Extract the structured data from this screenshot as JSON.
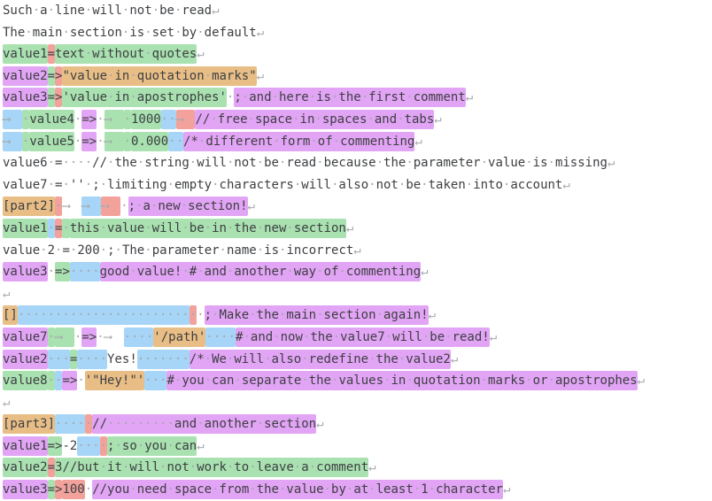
{
  "colors": {
    "g": "#a9e1b0",
    "p": "#e2a4f5",
    "o": "#e9be86",
    "b": "#a6d5f7",
    "r": "#f2a29b",
    "text": "#3d3f42",
    "whitespace": "#a4a9ae",
    "background": "#ffffff"
  },
  "legend": {
    "space_glyph": "·",
    "tab_glyph": "⟶",
    "newline_glyph": "↵"
  },
  "editor": {
    "lines": [
      {
        "segments": [
          {
            "t": "Such·a·line·will·not·be·read",
            "c": "n"
          },
          {
            "t": "↵",
            "c": "n"
          }
        ]
      },
      {
        "segments": [
          {
            "t": "The·main·section·is·set·by·default",
            "c": "n"
          },
          {
            "t": "↵",
            "c": "n"
          }
        ]
      },
      {
        "segments": [
          {
            "t": "value1",
            "c": "g"
          },
          {
            "t": "=",
            "c": "r"
          },
          {
            "t": "text·without·quotes",
            "c": "g"
          },
          {
            "t": "↵",
            "c": "n"
          }
        ]
      },
      {
        "segments": [
          {
            "t": "value2",
            "c": "p"
          },
          {
            "t": "=",
            "c": "g"
          },
          {
            "t": ">",
            "c": "r"
          },
          {
            "t": "\"value·in·quotation·marks\"",
            "c": "o"
          },
          {
            "t": "↵",
            "c": "n"
          }
        ]
      },
      {
        "segments": [
          {
            "t": "value3",
            "c": "p"
          },
          {
            "t": "=",
            "c": "g"
          },
          {
            "t": ">",
            "c": "r"
          },
          {
            "t": "'value·in·apostrophes'",
            "c": "g"
          },
          {
            "t": "·",
            "c": "n"
          },
          {
            "t": ";·and·here·is·the·first·comment",
            "c": "p"
          },
          {
            "t": "↵",
            "c": "n"
          }
        ]
      },
      {
        "segments": [
          {
            "t": "⟶",
            "c": "b"
          },
          {
            "t": "·",
            "c": "g"
          },
          {
            "t": "value4",
            "c": "g"
          },
          {
            "t": "·",
            "c": "n"
          },
          {
            "t": "=>",
            "c": "p"
          },
          {
            "t": "·",
            "c": "n"
          },
          {
            "t": "⟶",
            "c": "g"
          },
          {
            "t": "·",
            "c": "g"
          },
          {
            "t": "1000",
            "c": "g"
          },
          {
            "t": "··",
            "c": "b"
          },
          {
            "t": "⟶",
            "c": "r"
          },
          {
            "t": "//·free·space·in·spaces·and·tabs",
            "c": "p"
          },
          {
            "t": "↵",
            "c": "n"
          }
        ]
      },
      {
        "segments": [
          {
            "t": "⟶",
            "c": "b"
          },
          {
            "t": "·",
            "c": "g"
          },
          {
            "t": "value5",
            "c": "g"
          },
          {
            "t": "·",
            "c": "n"
          },
          {
            "t": "=>",
            "c": "p"
          },
          {
            "t": "·",
            "c": "n"
          },
          {
            "t": "⟶",
            "c": "g"
          },
          {
            "t": "·",
            "c": "g"
          },
          {
            "t": "0.000",
            "c": "g"
          },
          {
            "t": "··",
            "c": "b"
          },
          {
            "t": "/*·different·form·of·commenting",
            "c": "p"
          },
          {
            "t": "↵",
            "c": "n"
          }
        ]
      },
      {
        "segments": [
          {
            "t": "value6·=····//·the·string·will·not·be·read·because·the·parameter·value·is·missing",
            "c": "n"
          },
          {
            "t": "↵",
            "c": "n"
          }
        ]
      },
      {
        "segments": [
          {
            "t": "value7·=·''·;·limiting·empty·characters·will·also·not·be·taken·into·account",
            "c": "n"
          },
          {
            "t": "↵",
            "c": "n"
          }
        ]
      },
      {
        "segments": [
          {
            "t": "[part2]",
            "c": "o"
          },
          {
            "t": "·",
            "c": "r"
          },
          {
            "t": "⟶",
            "c": "n"
          },
          {
            "t": "⟶",
            "c": "b"
          },
          {
            "t": "⟶",
            "c": "r"
          },
          {
            "t": "·",
            "c": "n"
          },
          {
            "t": ";·a·new·section!",
            "c": "p"
          },
          {
            "t": "↵",
            "c": "n"
          }
        ]
      },
      {
        "segments": [
          {
            "t": "value1",
            "c": "g"
          },
          {
            "t": "·",
            "c": "b"
          },
          {
            "t": "=",
            "c": "r"
          },
          {
            "t": "·",
            "c": "g"
          },
          {
            "t": "this·value·will·be·in·the·new·section",
            "c": "g"
          },
          {
            "t": "↵",
            "c": "n"
          }
        ]
      },
      {
        "segments": [
          {
            "t": "value·2·=·200·;·The·parameter·name·is·incorrect",
            "c": "n"
          },
          {
            "t": "↵",
            "c": "n"
          }
        ]
      },
      {
        "segments": [
          {
            "t": "value3",
            "c": "p"
          },
          {
            "t": "·",
            "c": "n"
          },
          {
            "t": "=>",
            "c": "g"
          },
          {
            "t": "····",
            "c": "b"
          },
          {
            "t": "good·value!·#·and·another·way·of·commenting",
            "c": "p"
          },
          {
            "t": "↵",
            "c": "n"
          }
        ]
      },
      {
        "segments": [
          {
            "t": "↵",
            "c": "n"
          }
        ]
      },
      {
        "segments": [
          {
            "t": "[]",
            "c": "o"
          },
          {
            "t": "·······················",
            "c": "b"
          },
          {
            "t": "·",
            "c": "r"
          },
          {
            "t": "·",
            "c": "n"
          },
          {
            "t": ";·Make·the·main·section·again!",
            "c": "p"
          },
          {
            "t": "↵",
            "c": "n"
          }
        ]
      },
      {
        "segments": [
          {
            "t": "value7",
            "c": "p"
          },
          {
            "t": "·",
            "c": "g"
          },
          {
            "t": "⟶",
            "c": "g"
          },
          {
            "t": "·",
            "c": "n"
          },
          {
            "t": "=>",
            "c": "p"
          },
          {
            "t": "·",
            "c": "n"
          },
          {
            "t": "⟶",
            "c": "n"
          },
          {
            "t": "····",
            "c": "b"
          },
          {
            "t": "'/path'",
            "c": "o"
          },
          {
            "t": "····",
            "c": "b"
          },
          {
            "t": "#·and·now·the·value7·will·be·read!",
            "c": "p"
          },
          {
            "t": "↵",
            "c": "n"
          }
        ]
      },
      {
        "segments": [
          {
            "t": "value2",
            "c": "p"
          },
          {
            "t": "···",
            "c": "b"
          },
          {
            "t": "=",
            "c": "g"
          },
          {
            "t": "····",
            "c": "b"
          },
          {
            "t": "Yes!",
            "c": "n"
          },
          {
            "t": "·······",
            "c": "b"
          },
          {
            "t": "/*·We·will·also·redefine·the·value2",
            "c": "p"
          },
          {
            "t": "↵",
            "c": "n"
          }
        ]
      },
      {
        "segments": [
          {
            "t": "value8",
            "c": "g"
          },
          {
            "t": "·",
            "c": "g"
          },
          {
            "t": "·",
            "c": "b"
          },
          {
            "t": "=>",
            "c": "p"
          },
          {
            "t": "·",
            "c": "n"
          },
          {
            "t": "'\"Hey!\"'",
            "c": "o"
          },
          {
            "t": "···",
            "c": "b"
          },
          {
            "t": "#·you·can·separate·the·values·in·quotation·marks·or·apostrophes",
            "c": "p"
          },
          {
            "t": "↵",
            "c": "n"
          }
        ]
      },
      {
        "segments": [
          {
            "t": "↵",
            "c": "n"
          }
        ]
      },
      {
        "segments": [
          {
            "t": "[part3]",
            "c": "o"
          },
          {
            "t": "····",
            "c": "b"
          },
          {
            "t": "·",
            "c": "r"
          },
          {
            "t": "//·········and·another·section",
            "c": "p"
          },
          {
            "t": "↵",
            "c": "n"
          }
        ]
      },
      {
        "segments": [
          {
            "t": "value1",
            "c": "p"
          },
          {
            "t": "=>",
            "c": "g"
          },
          {
            "t": "-2",
            "c": "n"
          },
          {
            "t": "···",
            "c": "b"
          },
          {
            "t": "·",
            "c": "r"
          },
          {
            "t": ";·so·you·can",
            "c": "g"
          },
          {
            "t": "↵",
            "c": "n"
          }
        ]
      },
      {
        "segments": [
          {
            "t": "value2",
            "c": "g"
          },
          {
            "t": "=",
            "c": "r"
          },
          {
            "t": "3//but·it·will·not·work·to·leave·a·comment",
            "c": "g"
          },
          {
            "t": "↵",
            "c": "n"
          }
        ]
      },
      {
        "segments": [
          {
            "t": "value3",
            "c": "p"
          },
          {
            "t": "=",
            "c": "g"
          },
          {
            "t": ">",
            "c": "r"
          },
          {
            "t": "100",
            "c": "r"
          },
          {
            "t": "·",
            "c": "n"
          },
          {
            "t": "//you·need·space·from·the·value·by·at·least·1·character",
            "c": "p"
          },
          {
            "t": "↵",
            "c": "n"
          }
        ]
      }
    ]
  }
}
